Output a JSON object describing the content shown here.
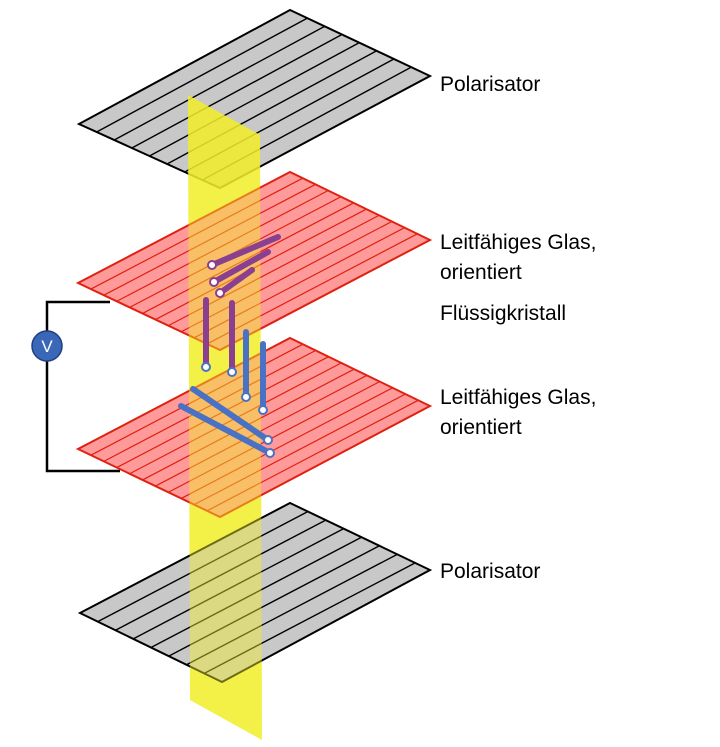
{
  "labels": {
    "polarizer_top": "Polarisator",
    "glass_top_line1": "Leitfähiges Glas,",
    "glass_top_line2": "orientiert",
    "liquid_crystal": "Flüssigkristall",
    "glass_bottom_line1": "Leitfähiges Glas,",
    "glass_bottom_line2": "orientiert",
    "polarizer_bottom": "Polarisator",
    "voltmeter": "V"
  },
  "colors": {
    "polarizer_fill": "#c8c8c8",
    "polarizer_stroke": "#000000",
    "glass_fill": "#ff9a9a",
    "glass_stroke": "#e02010",
    "light_beam": "#f2ee2a",
    "molecule_purple": "#8a3f8f",
    "molecule_blue": "#4a72c4",
    "voltmeter": "#3a67b8",
    "wire": "#000000"
  }
}
